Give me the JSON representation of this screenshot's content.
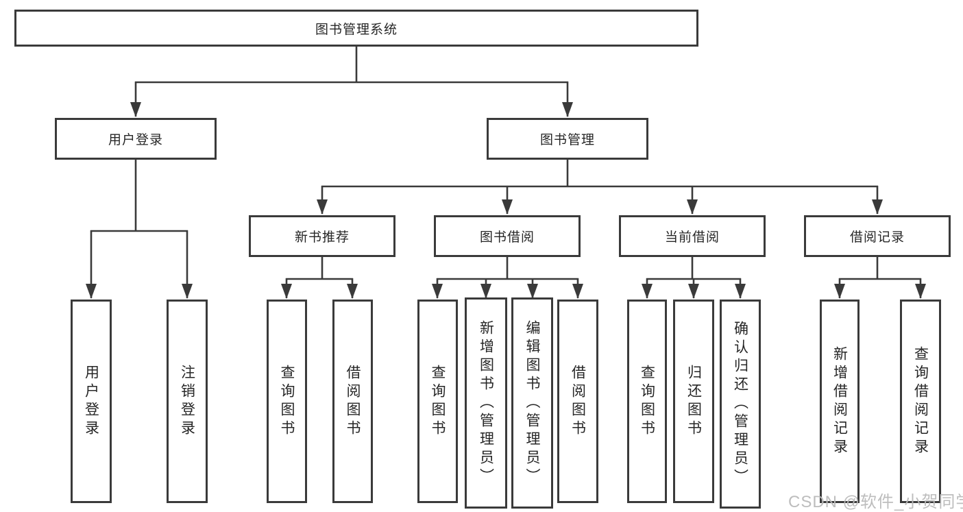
{
  "colors": {
    "background": "#ffffff",
    "line": "#3a3a3a",
    "box_border": "#3a3a3a",
    "text": "#262626",
    "watermark": "#b9b9b9"
  },
  "watermark": {
    "text": "CSDN @软件_小贺同学"
  },
  "tree": {
    "label": "图书管理系统",
    "children": [
      {
        "label": "用户登录",
        "children": [
          {
            "label": "用户登录"
          },
          {
            "label": "注销登录"
          }
        ]
      },
      {
        "label": "图书管理",
        "children": [
          {
            "label": "新书推荐",
            "children": [
              {
                "label": "查询图书"
              },
              {
                "label": "借阅图书"
              }
            ]
          },
          {
            "label": "图书借阅",
            "children": [
              {
                "label": "查询图书"
              },
              {
                "label": "新增图书（管理员）"
              },
              {
                "label": "编辑图书（管理员）"
              },
              {
                "label": "借阅图书"
              }
            ]
          },
          {
            "label": "当前借阅",
            "children": [
              {
                "label": "查询图书"
              },
              {
                "label": "归还图书"
              },
              {
                "label": "确认归还（管理员）"
              }
            ]
          },
          {
            "label": "借阅记录",
            "children": [
              {
                "label": "新增借阅记录"
              },
              {
                "label": "查询借阅记录"
              }
            ]
          }
        ]
      }
    ]
  }
}
